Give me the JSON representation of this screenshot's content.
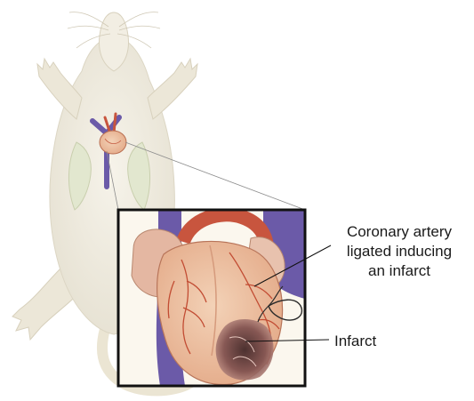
{
  "diagram": {
    "callouts": {
      "coronary_ligation": {
        "lines": [
          "Coronary artery",
          "ligated inducing",
          "an infarct"
        ]
      },
      "infarct": {
        "label": "Infarct"
      }
    }
  }
}
